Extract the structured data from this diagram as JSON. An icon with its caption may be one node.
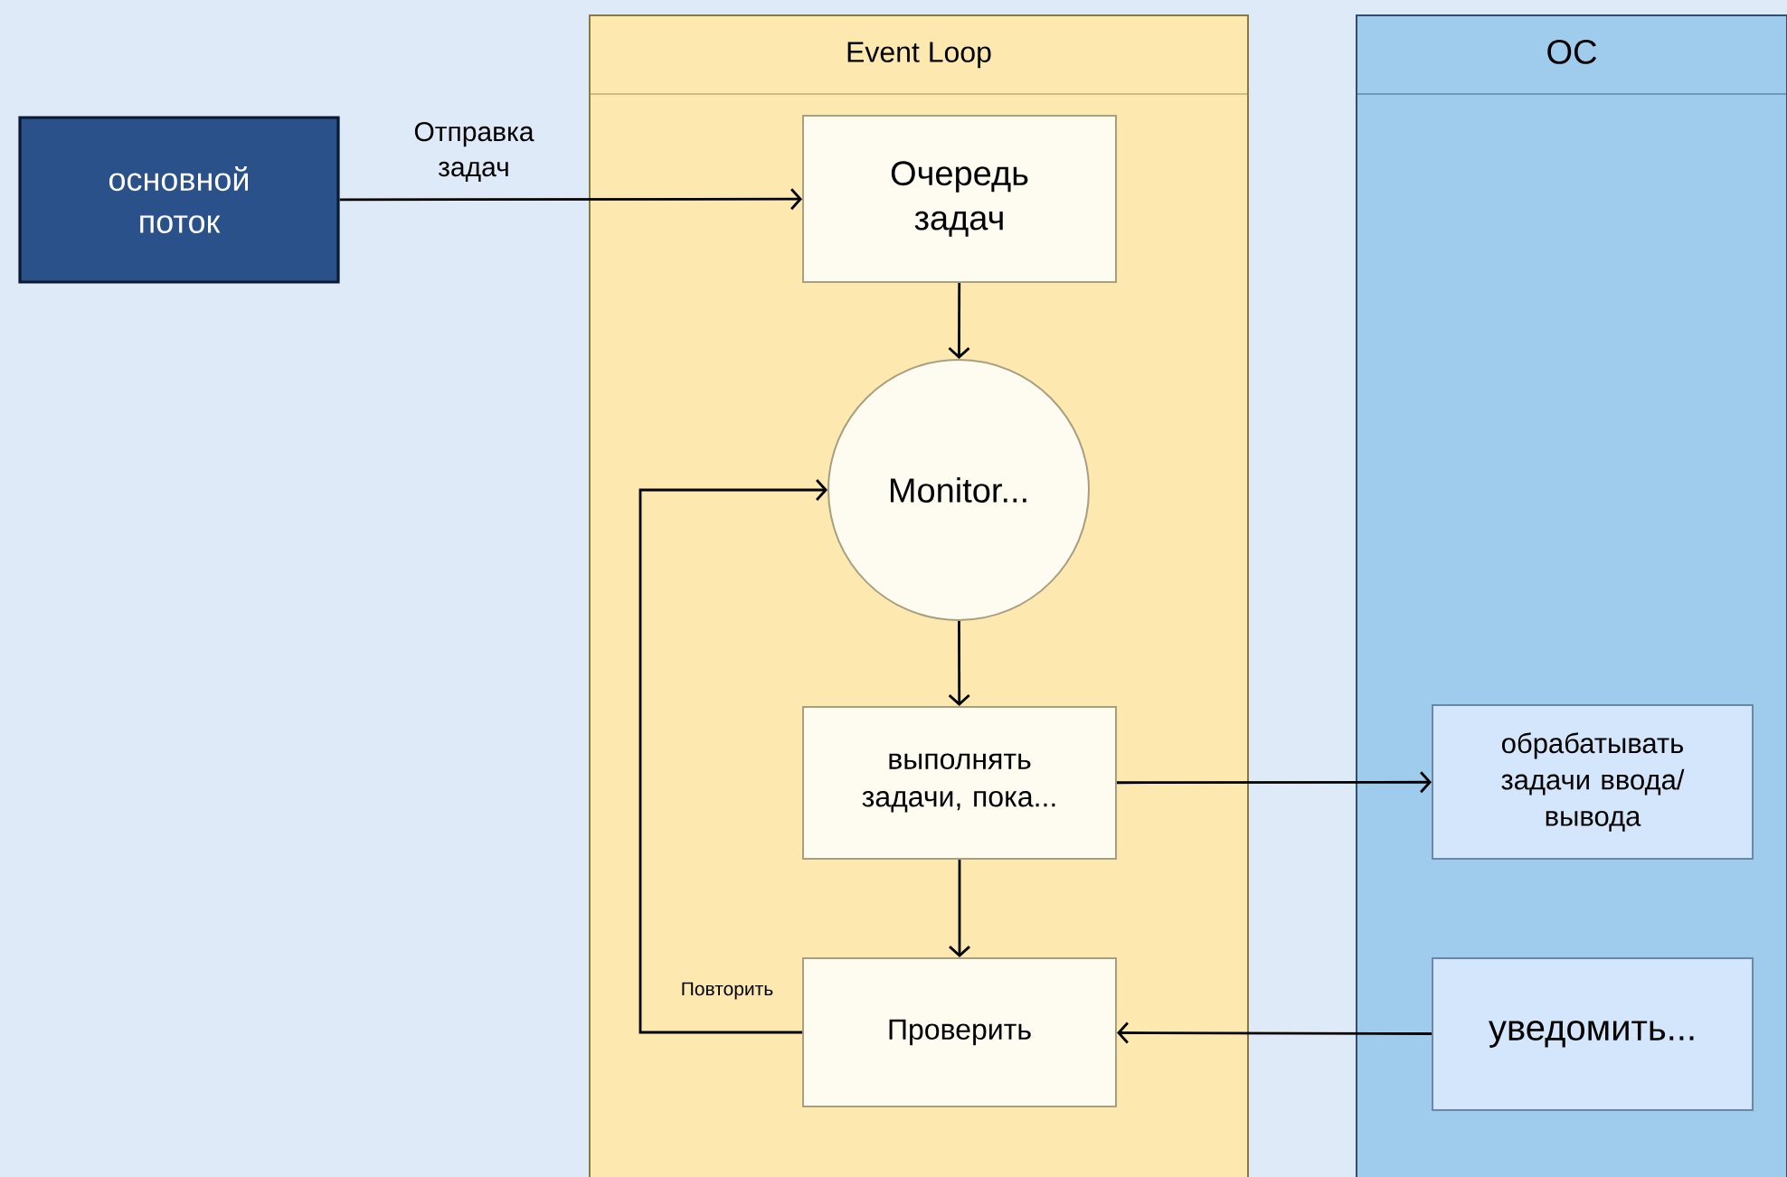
{
  "diagram": {
    "nodes": [
      {
        "text": [
          "основной поток"
        ]
      },
      {
        "text": [
          "Event Loop"
        ]
      },
      {
        "text": [
          "Очередь задач"
        ],
        "in": 1
      },
      {
        "text": [
          "Monitor..."
        ],
        "in": 1
      },
      {
        "text": [
          "выполнять задачи, пока..."
        ],
        "in": 1
      },
      {
        "text": [
          "Проверить"
        ],
        "in": 1
      },
      {
        "text": [
          "ОС"
        ]
      },
      {
        "text": [
          "обрабатывать задачи ввода/ вывода"
        ],
        "in": 6
      },
      {
        "text": [
          "уведомить..."
        ],
        "in": 6
      }
    ],
    "edges": [
      {
        "from": 0,
        "to": 2,
        "arrow": "to",
        "label": "Отправка задач"
      },
      {
        "from": 2,
        "to": 3,
        "arrow": "to"
      },
      {
        "from": 3,
        "to": 4,
        "arrow": "to"
      },
      {
        "from": 4,
        "to": 5,
        "arrow": "to"
      },
      {
        "from": 5,
        "to": 3,
        "arrow": "to",
        "label": "Повторить"
      },
      {
        "from": 4,
        "to": 7,
        "arrow": "to"
      },
      {
        "from": 8,
        "to": 5,
        "arrow": "to"
      }
    ]
  }
}
